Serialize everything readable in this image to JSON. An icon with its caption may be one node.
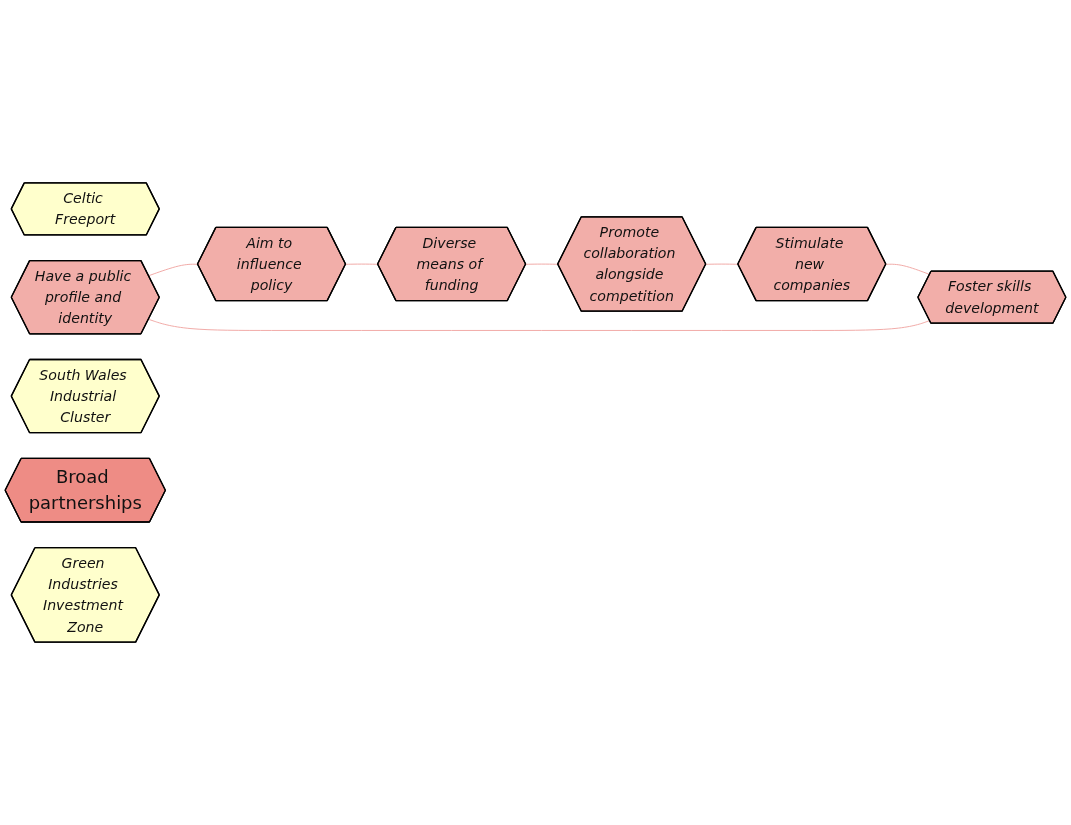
{
  "diagram": {
    "nodes": [
      {
        "text": [
          "Celtic Freeport"
        ]
      },
      {
        "text": [
          "Have a public profile and identity"
        ]
      },
      {
        "text": [
          "Foster skills development"
        ]
      },
      {
        "text": [
          "Aim to influence policy"
        ]
      },
      {
        "text": [
          "South Wales Industrial Cluster"
        ]
      },
      {
        "text": [
          "Broad partnerships"
        ]
      },
      {
        "text": [
          "Stimulate new companies"
        ]
      },
      {
        "text": [
          "Diverse means of funding"
        ]
      },
      {
        "text": [
          "Green Industries Investment Zone"
        ]
      },
      {
        "text": [
          "Promote collaboration alongside competition"
        ]
      }
    ],
    "edges": [
      {
        "from": 2,
        "to": 1,
        "arrow": "none"
      },
      {
        "from": 1,
        "to": 3,
        "arrow": "none"
      },
      {
        "from": 3,
        "to": 7,
        "arrow": "none"
      },
      {
        "from": 7,
        "to": 9,
        "arrow": "none"
      },
      {
        "from": 9,
        "to": 6,
        "arrow": "none"
      },
      {
        "from": 6,
        "to": 2,
        "arrow": "none"
      }
    ]
  }
}
